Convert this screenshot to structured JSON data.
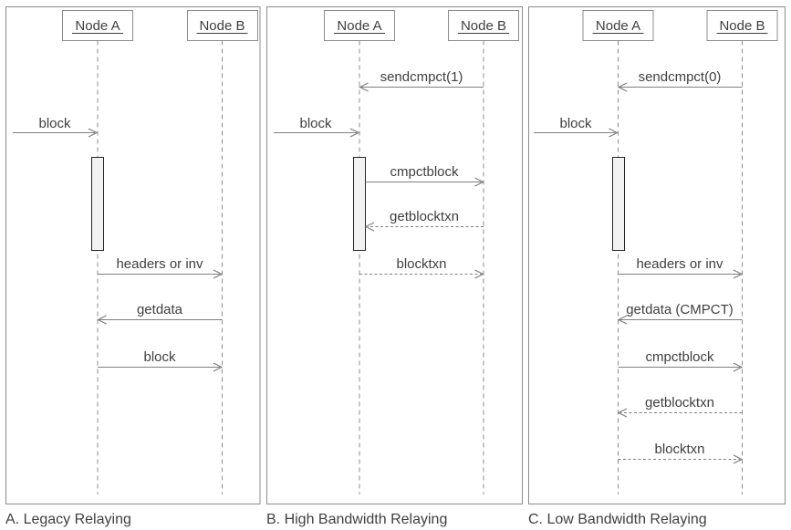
{
  "diagram": {
    "type": "sequence",
    "subject": "block relay message flows between two peers"
  },
  "colors": {
    "background": "#ffffff",
    "panel_border": "#8c8c8c",
    "line": "#7f7f7f",
    "text": "#3f3f3f",
    "activation_fill": "#f2f2f2",
    "activation_border": "#262626"
  },
  "panels": [
    {
      "caption": "A. Legacy Relaying",
      "node_a": "Node A",
      "node_b": "Node B",
      "messages": [
        {
          "label": "block",
          "from": "external",
          "to": "Node A",
          "line": "solid"
        },
        {
          "label": "headers or inv",
          "from": "Node A",
          "to": "Node B",
          "line": "solid"
        },
        {
          "label": "getdata",
          "from": "Node B",
          "to": "Node A",
          "line": "solid"
        },
        {
          "label": "block",
          "from": "Node A",
          "to": "Node B",
          "line": "solid"
        }
      ]
    },
    {
      "caption": "B. High Bandwidth Relaying",
      "node_a": "Node A",
      "node_b": "Node B",
      "messages": [
        {
          "label": "sendcmpct(1)",
          "from": "Node B",
          "to": "Node A",
          "line": "solid"
        },
        {
          "label": "block",
          "from": "external",
          "to": "Node A",
          "line": "solid"
        },
        {
          "label": "cmpctblock",
          "from": "Node A",
          "to": "Node B",
          "line": "solid"
        },
        {
          "label": "getblocktxn",
          "from": "Node B",
          "to": "Node A",
          "line": "dashed"
        },
        {
          "label": "blocktxn",
          "from": "Node A",
          "to": "Node B",
          "line": "dashed"
        }
      ]
    },
    {
      "caption": "C. Low Bandwidth Relaying",
      "node_a": "Node A",
      "node_b": "Node B",
      "messages": [
        {
          "label": "sendcmpct(0)",
          "from": "Node B",
          "to": "Node A",
          "line": "solid"
        },
        {
          "label": "block",
          "from": "external",
          "to": "Node A",
          "line": "solid"
        },
        {
          "label": "headers or inv",
          "from": "Node A",
          "to": "Node B",
          "line": "solid"
        },
        {
          "label": "getdata (CMPCT)",
          "from": "Node B",
          "to": "Node A",
          "line": "solid"
        },
        {
          "label": "cmpctblock",
          "from": "Node A",
          "to": "Node B",
          "line": "solid"
        },
        {
          "label": "getblocktxn",
          "from": "Node B",
          "to": "Node A",
          "line": "dashed"
        },
        {
          "label": "blocktxn",
          "from": "Node A",
          "to": "Node B",
          "line": "dashed"
        }
      ]
    }
  ]
}
